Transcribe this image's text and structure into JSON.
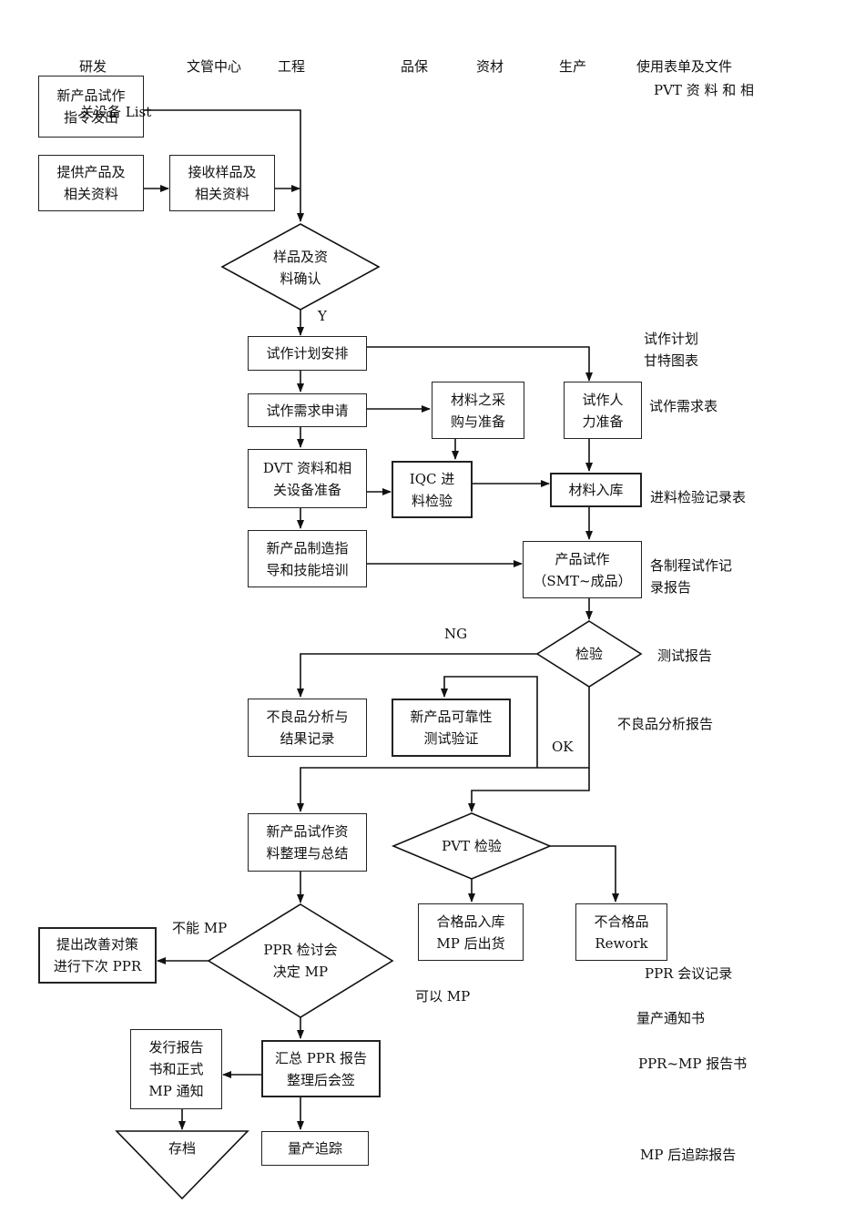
{
  "columns": {
    "rd": "研发",
    "doc_center": "文管中心",
    "engineering": "工程",
    "qa": "品保",
    "materials": "资材",
    "production": "生产",
    "forms": "使用表单及文件"
  },
  "nodes": {
    "trial_order": "新产品试作\n指令发出",
    "overlap_text": "关设备 List",
    "provide_info": "提供产品及\n相关资料",
    "receive_samples": "接收样品及\n相关资料",
    "confirm": "样品及资\n料确认",
    "yes_label": "Y",
    "trial_plan": "试作计划安排",
    "trial_request": "试作需求申请",
    "purchase": "材料之采\n购与准备",
    "manpower": "试作人\n力准备",
    "dvt_prep": "DVT 资料和相\n关设备准备",
    "iqc": "IQC  进\n料检验",
    "warehouse": "材料入库",
    "training": "新产品制造指\n导和技能培训",
    "trial_prod": "产品试作\n（SMT~成品）",
    "inspect": "检验",
    "ng_label": "NG",
    "defect_analysis": "不良品分析与\n结果记录",
    "reliability": "新产品可靠性\n测试验证",
    "ok_label": "OK",
    "summary": "新产品试作资\n料整理与总结",
    "pvt_inspect": "PVT 检验",
    "pass_goods": "合格品入库\nMP 后出货",
    "fail_goods": "不合格品\nRework",
    "ppr_meeting": "PPR 检讨会\n决定 MP",
    "cannot_mp": "不能 MP",
    "improve": "提出改善对策\n进行下次 PPR",
    "can_mp": "可以 MP",
    "issue_report": "发行报告\n书和正式\nMP 通知",
    "ppr_report": "汇总 PPR 报告\n整理后会签",
    "archive": "存档",
    "mp_tracking": "量产追踪"
  },
  "documents": {
    "pvt_related": "PVT  资 料 和 相",
    "plan_chart": "试作计划\n甘特图表",
    "request_form": "试作需求表",
    "iqc_record": "进料检验记录表",
    "process_record": "各制程试作记\n录报告",
    "test_report": "测试报告",
    "defect_report": "不良品分析报告",
    "ppr_minutes": "PPR 会议记录",
    "mp_notice": "量产通知书",
    "ppr_mp_report": "PPR~MP 报告书",
    "post_mp_report": "MP 后追踪报告"
  }
}
